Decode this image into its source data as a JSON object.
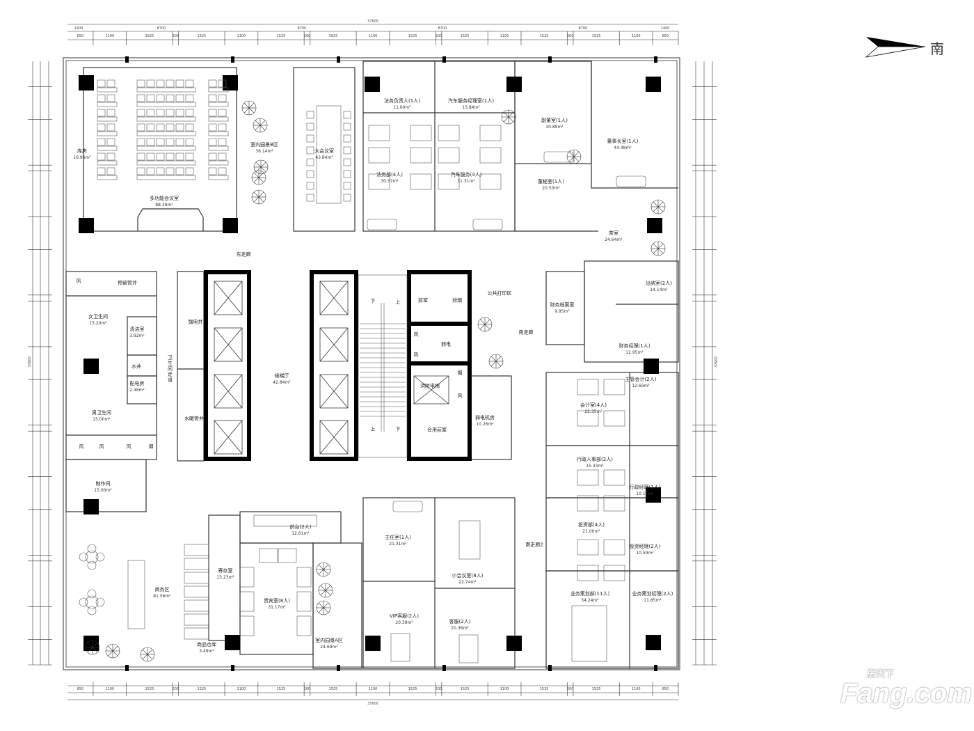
{
  "compass": {
    "direction_label": "南",
    "icon": "north-arrow-icon"
  },
  "watermark": {
    "brand_cn": "房天下",
    "brand_en": "Fang.com"
  },
  "dimensions": {
    "total": "37600",
    "major": [
      "1400",
      "8700",
      "8700",
      "8700",
      "8700",
      "1400"
    ],
    "minor": [
      "850",
      "1100",
      "1525",
      "200",
      "1525",
      "1100",
      "1525",
      "200",
      "1525",
      "1100",
      "1525",
      "200",
      "1525",
      "1100",
      "1525",
      "200",
      "1525",
      "1100",
      "850"
    ]
  },
  "rooms": [
    {
      "name": "库房",
      "area": "16.96m²"
    },
    {
      "name": "多功能会议室",
      "area": "88.39m²"
    },
    {
      "name": "室内园景B区",
      "area": "36.14m²"
    },
    {
      "name": "大会议室",
      "area": "43.84m²"
    },
    {
      "name": "法务负责人(1人)",
      "area": "11.60m²"
    },
    {
      "name": "汽车服务经理室(1人)",
      "area": "13.84m²"
    },
    {
      "name": "法务部(4人)",
      "area": "30.57m²"
    },
    {
      "name": "汽车服务(4人)",
      "area": "31.31m²"
    },
    {
      "name": "副董室(1人)",
      "area": "30.89m²"
    },
    {
      "name": "董事长室(1人)",
      "area": "44.48m²"
    },
    {
      "name": "董秘室(1人)",
      "area": "20.53m²"
    },
    {
      "name": "茶室",
      "area": "24.64m²"
    },
    {
      "name": "东走廊"
    },
    {
      "name": "预留管井"
    },
    {
      "name": "风"
    },
    {
      "name": "女卫生间",
      "area": "15.20m²"
    },
    {
      "name": "清洁室",
      "area": "3.92m²"
    },
    {
      "name": "水井"
    },
    {
      "name": "配电房",
      "area": "2.48m²"
    },
    {
      "name": "男卫生间",
      "area": "15.00m²"
    },
    {
      "name": "风"
    },
    {
      "name": "风"
    },
    {
      "name": "风"
    },
    {
      "name": "烟"
    },
    {
      "name": "强电井"
    },
    {
      "name": "水暖管井"
    },
    {
      "name": "卫生间走道"
    },
    {
      "name": "候梯厅",
      "area": "42.84m²"
    },
    {
      "name": "前室"
    },
    {
      "name": "排烟"
    },
    {
      "name": "风"
    },
    {
      "name": "风"
    },
    {
      "name": "弱电"
    },
    {
      "name": "消防电梯"
    },
    {
      "name": "烟"
    },
    {
      "name": "风"
    },
    {
      "name": "合用前室"
    },
    {
      "name": "弱电机房",
      "area": "10.26m²"
    },
    {
      "name": "公共打印区"
    },
    {
      "name": "南走廊"
    },
    {
      "name": "财务档案室",
      "area": "9.95m²"
    },
    {
      "name": "出纳室(2人)",
      "area": "14.14m²"
    },
    {
      "name": "财务经理(1人)",
      "area": "12.95m²"
    },
    {
      "name": "主管会计(2人)",
      "area": "12.69m²"
    },
    {
      "name": "会计室(4人)",
      "area": "22.35m²"
    },
    {
      "name": "行政人事部(2人)",
      "area": "15.33m²"
    },
    {
      "name": "行政经理(1人)",
      "area": "10.11m²"
    },
    {
      "name": "投资部(4人)",
      "area": "21.00m²"
    },
    {
      "name": "投资经理(2人)",
      "area": "10.59m²"
    },
    {
      "name": "业务策划部(11人)",
      "area": "34.24m²"
    },
    {
      "name": "业务策划经理(2人)",
      "area": "11.85m²"
    },
    {
      "name": "南走廊2"
    },
    {
      "name": "主任室(1人)",
      "area": "21.31m²"
    },
    {
      "name": "小会议室(8人)",
      "area": "22.74m²"
    },
    {
      "name": "VIP客服(2人)",
      "area": "20.39m²"
    },
    {
      "name": "客服(2人)",
      "area": "20.36m²"
    },
    {
      "name": "制作间",
      "area": "15.00m²"
    },
    {
      "name": "商务区",
      "area": "81.56m²"
    },
    {
      "name": "寄存室",
      "area": "13.23m²"
    },
    {
      "name": "前台(2人)",
      "area": "12.61m²"
    },
    {
      "name": "贵宾室(8人)",
      "area": "31.17m²"
    },
    {
      "name": "室内园景A区",
      "area": "24.69m²"
    },
    {
      "name": "商品仓库",
      "area": "3.49m²"
    }
  ],
  "stairs": {
    "down": "下",
    "up": "上"
  }
}
